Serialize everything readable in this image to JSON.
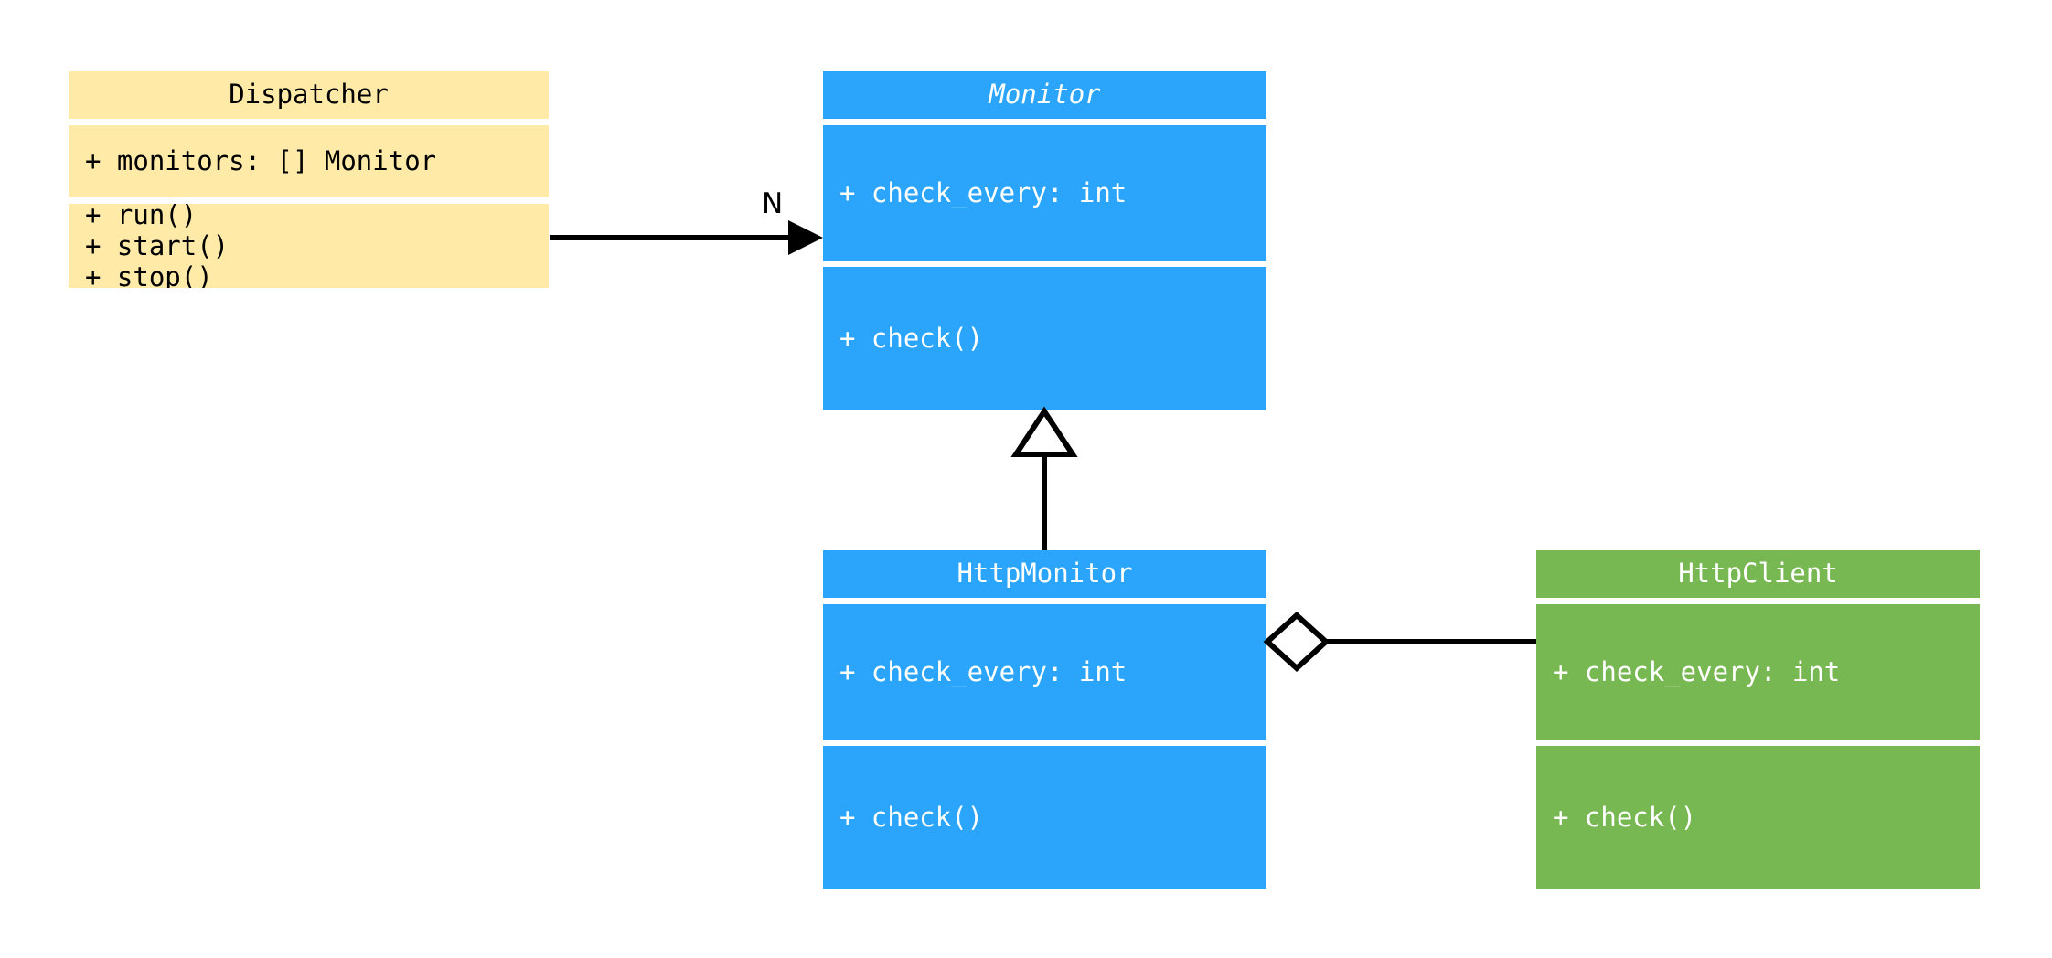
{
  "diagram": {
    "title": "UML class diagram",
    "background_color": "#ffffff",
    "classes": [
      {
        "id": "dispatcher",
        "name": "Dispatcher",
        "abstract": false,
        "color": "#ffeaa7",
        "text_color": "#000000",
        "attributes": [
          "+ monitors: [] Monitor"
        ],
        "methods": [
          "+ run()",
          "+ start()",
          "+ stop()"
        ]
      },
      {
        "id": "monitor",
        "name": "Monitor",
        "abstract": true,
        "color": "#2ba5fb",
        "text_color": "#ffffff",
        "attributes": [
          "+ check_every: int"
        ],
        "methods": [
          "+ check()"
        ]
      },
      {
        "id": "httpmonitor",
        "name": "HttpMonitor",
        "abstract": false,
        "color": "#2ba5fb",
        "text_color": "#ffffff",
        "attributes": [
          "+ check_every: int"
        ],
        "methods": [
          "+ check()"
        ]
      },
      {
        "id": "httpclient",
        "name": "HttpClient",
        "abstract": false,
        "color": "#77b852",
        "text_color": "#ffffff",
        "attributes": [
          "+ check_every: int"
        ],
        "methods": [
          "+ check()"
        ]
      }
    ],
    "relationships": [
      {
        "id": "dispatcher-monitor",
        "type": "association",
        "from": "Dispatcher",
        "to": "Monitor",
        "label": "N",
        "marker": "solid-arrow",
        "line_color": "#000000"
      },
      {
        "id": "httpmonitor-monitor",
        "type": "generalization",
        "from": "HttpMonitor",
        "to": "Monitor",
        "label": "",
        "marker": "hollow-triangle",
        "line_color": "#000000"
      },
      {
        "id": "httpmonitor-httpclient",
        "type": "aggregation",
        "from": "HttpMonitor",
        "to": "HttpClient",
        "label": "",
        "marker": "hollow-diamond",
        "line_color": "#000000"
      }
    ]
  }
}
